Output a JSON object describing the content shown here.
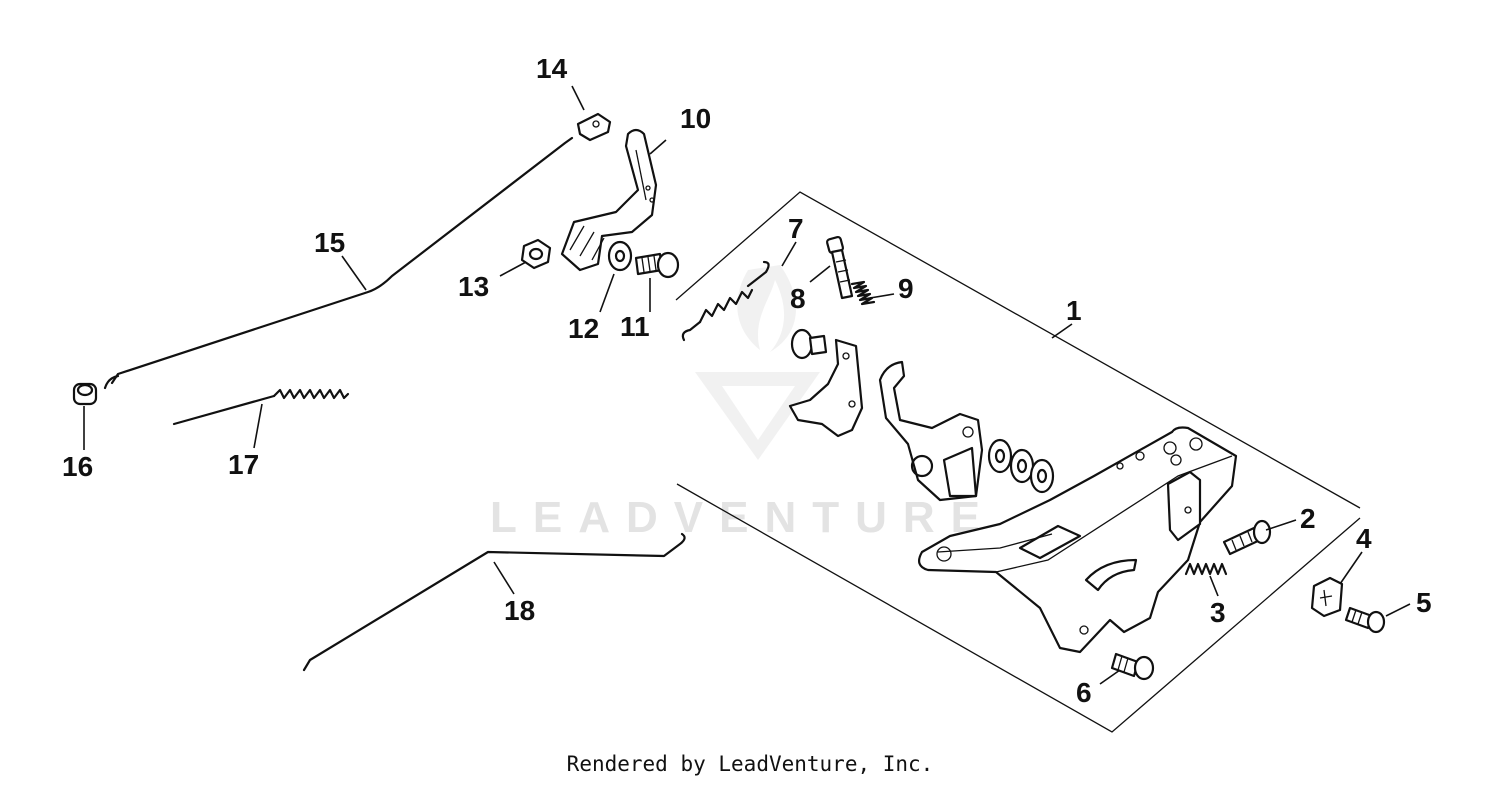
{
  "watermark": "LEADVENTURE",
  "footer": "Rendered by LeadVenture, Inc.",
  "callouts": [
    "1",
    "2",
    "3",
    "4",
    "5",
    "6",
    "7",
    "8",
    "9",
    "10",
    "11",
    "12",
    "13",
    "14",
    "15",
    "16",
    "17",
    "18"
  ],
  "colors": {
    "line": "#111111",
    "watermark": "#e3e3e3",
    "background": "#ffffff"
  }
}
